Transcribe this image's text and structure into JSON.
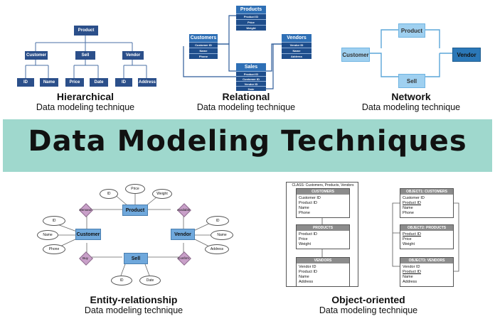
{
  "banner": {
    "title": "Data Modeling Techniques"
  },
  "hierarchical": {
    "title": "Hierarchical",
    "subtitle": "Data modeling technique",
    "root": "Product",
    "level1": [
      "Customer",
      "Sell",
      "Vendor"
    ],
    "level2": [
      "ID",
      "Name",
      "Price",
      "Date",
      "ID",
      "Address"
    ]
  },
  "relational": {
    "title": "Relational",
    "subtitle": "Data modeling technique",
    "tables": {
      "products": {
        "name": "Products",
        "fields": [
          "Product ID",
          "Price",
          "Weight"
        ]
      },
      "customers": {
        "name": "Customers",
        "fields": [
          "Customer ID",
          "Name",
          "Phone"
        ]
      },
      "vendors": {
        "name": "Vendors",
        "fields": [
          "Vendor ID",
          "Name",
          "Address"
        ]
      },
      "sales": {
        "name": "Sales",
        "fields": [
          "Product ID",
          "Customer ID",
          "Vendor ID",
          "Date"
        ]
      }
    }
  },
  "network": {
    "title": "Network",
    "subtitle": "Data modeling technique",
    "nodes": {
      "product": "Product",
      "customer": "Customer",
      "vendor": "Vendor",
      "sell": "Sell"
    }
  },
  "er": {
    "title": "Entity-relationship",
    "subtitle": "Data modeling technique",
    "entities": {
      "product": "Product",
      "customer": "Customer",
      "vendor": "Vendor",
      "sell": "Sell"
    },
    "relationships": {
      "demand": "Demand",
      "available": "Available",
      "buy": "Buy",
      "confirm": "Confirm"
    },
    "attributes": {
      "product": [
        "ID",
        "Price",
        "Weight"
      ],
      "customer": [
        "ID",
        "Name",
        "Phone"
      ],
      "vendor": [
        "ID",
        "Name",
        "Address"
      ],
      "sell": [
        "ID",
        "Date"
      ]
    }
  },
  "oo": {
    "title": "Object-oriented",
    "subtitle": "Data modeling technique",
    "class_label": "CLASS: Customers, Products, Vendors",
    "class_boxes": [
      {
        "head": "CUSTOMERS",
        "fields": [
          "Customer ID",
          "Product ID",
          "Name",
          "Phone"
        ]
      },
      {
        "head": "PRODUCTS",
        "fields": [
          "Product ID",
          "Price",
          "Weight"
        ]
      },
      {
        "head": "VENDORS",
        "fields": [
          "Vendor ID",
          "Product ID",
          "Name",
          "Address"
        ]
      }
    ],
    "objects": [
      {
        "head": "OBJECT1: CUSTOMERS",
        "fields": [
          "Customer ID",
          "Product ID",
          "Name",
          "Phone"
        ]
      },
      {
        "head": "OBJECT2: PRODUCTS",
        "fields": [
          "Product ID",
          "Price",
          "Weight"
        ]
      },
      {
        "head": "OBJECT3: VENDORS",
        "fields": [
          "Vendor ID",
          "Product ID",
          "Name",
          "Address"
        ]
      }
    ]
  }
}
